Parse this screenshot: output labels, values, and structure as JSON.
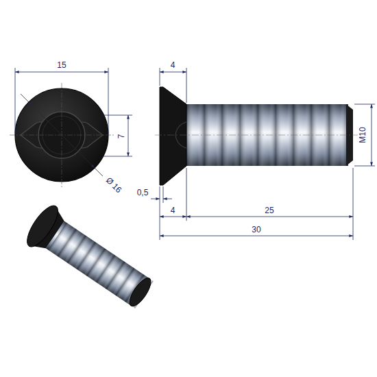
{
  "diagram": {
    "labels": [
      "15",
      "4",
      "7",
      "M10",
      "Ø 16",
      "0,5",
      "4",
      "25",
      "30"
    ]
  }
}
